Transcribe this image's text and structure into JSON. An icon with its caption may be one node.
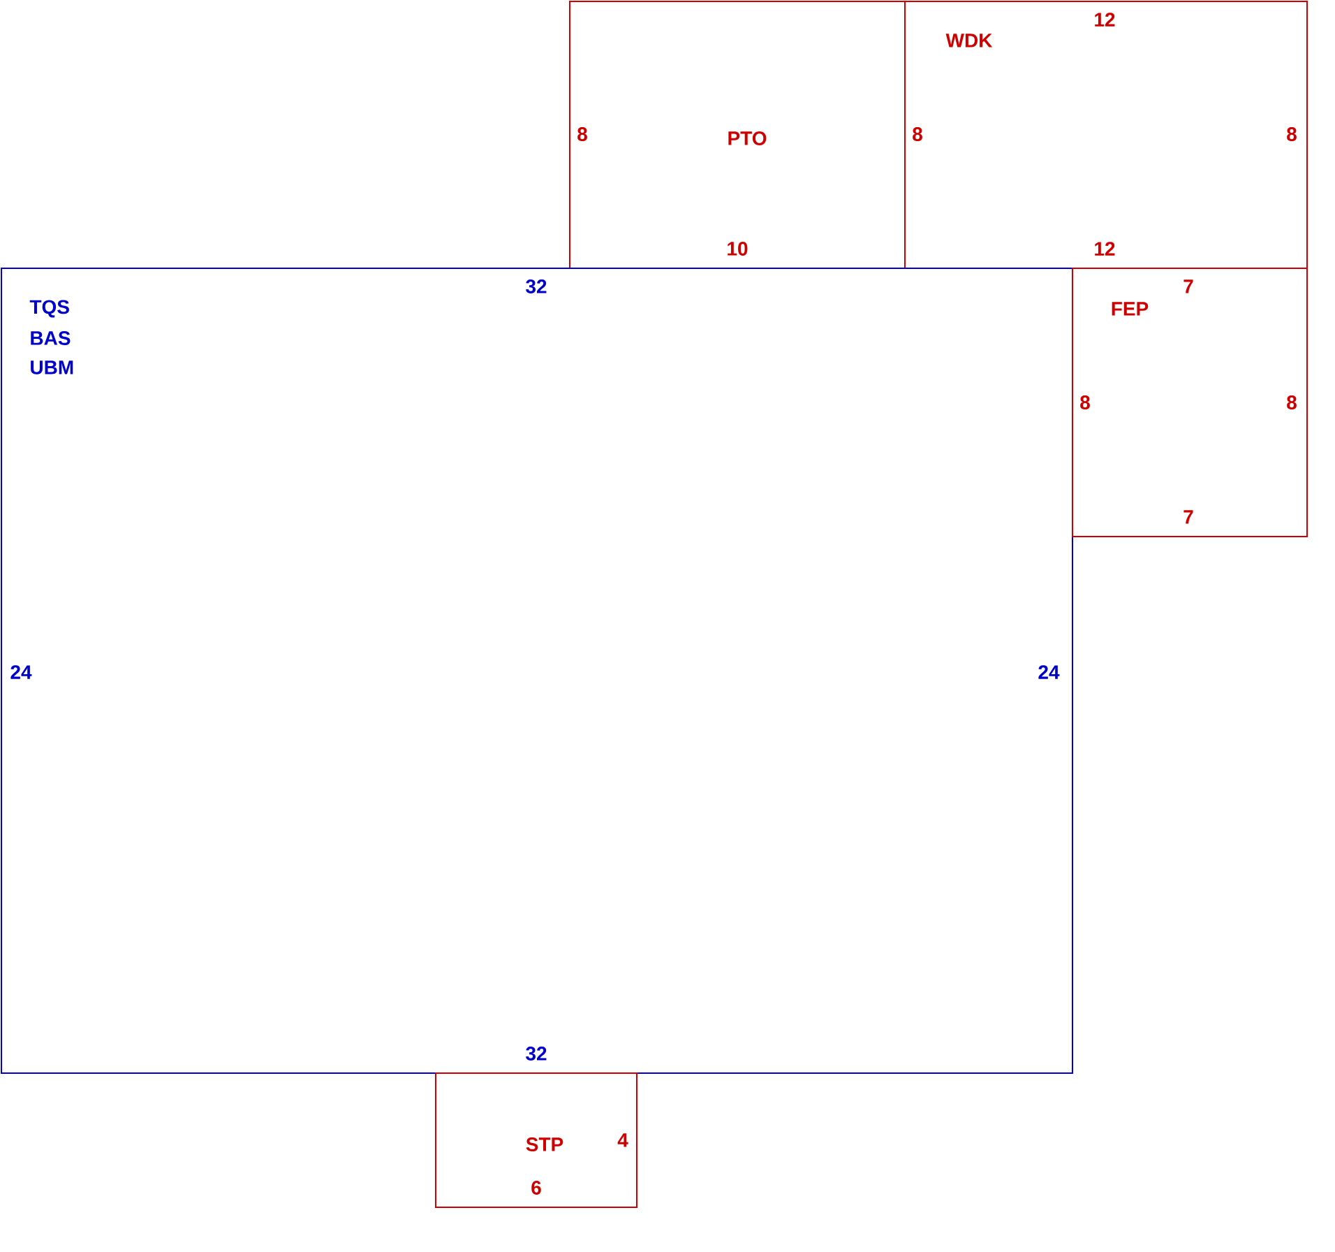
{
  "diagram": {
    "nodes": [
      {
        "text": [
          "PTO"
        ]
      },
      {
        "text": [
          "WDK"
        ]
      },
      {
        "text": [
          "TQS",
          "BAS",
          "UBM"
        ]
      },
      {
        "text": [
          "FEP"
        ]
      },
      {
        "text": [
          "STP"
        ]
      }
    ],
    "labels": [
      "12",
      "8",
      "8",
      "8",
      "10",
      "12",
      "32",
      "7",
      "8",
      "8",
      "7",
      "24",
      "24",
      "32",
      "4",
      "6"
    ]
  }
}
